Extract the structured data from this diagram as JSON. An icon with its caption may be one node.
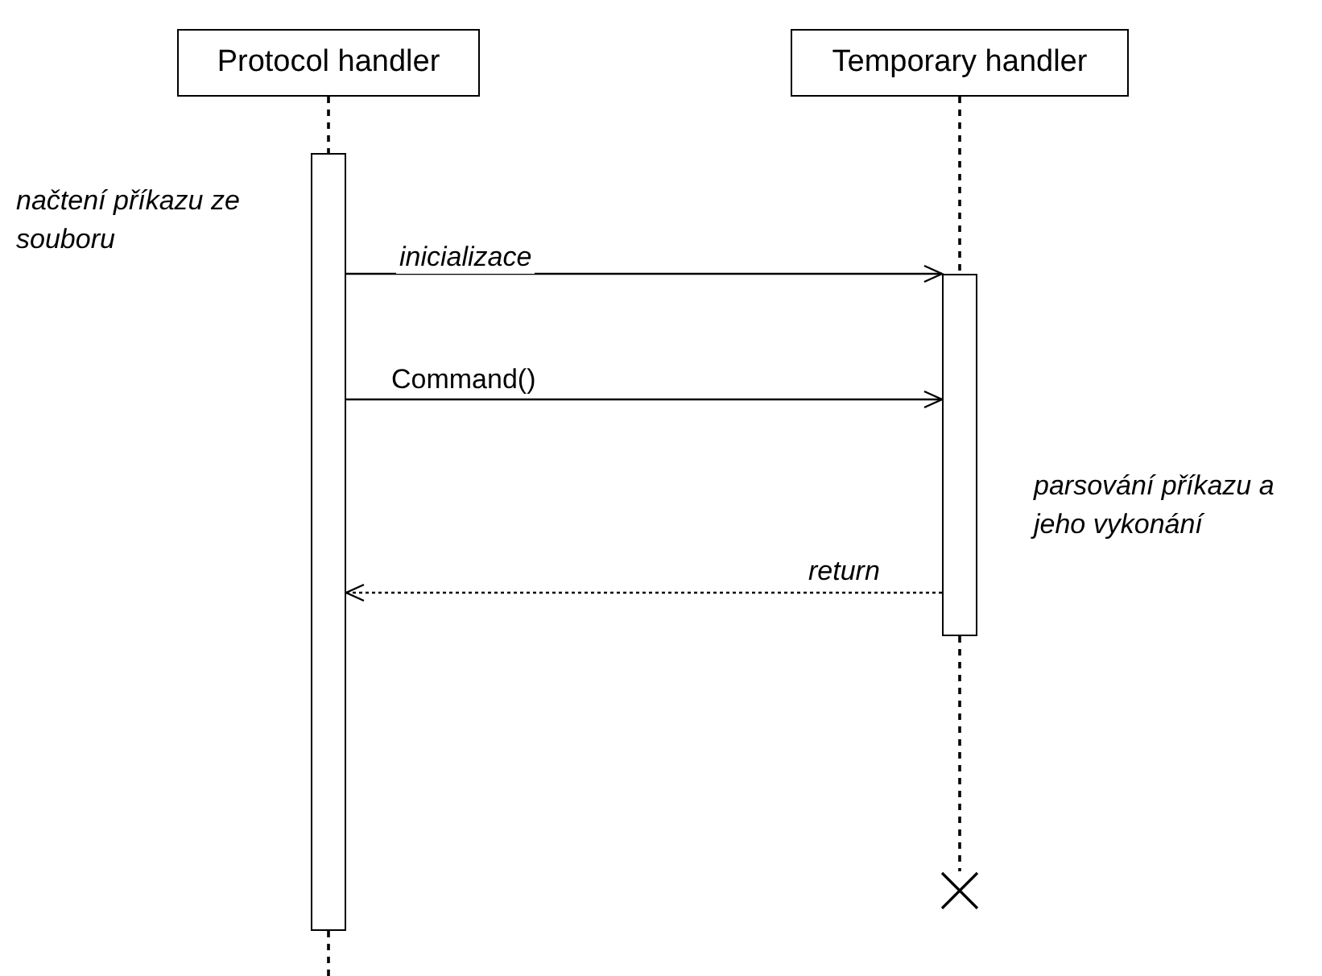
{
  "diagram": {
    "nodes": [
      {
        "text": [
          "Protocol handler"
        ]
      },
      {
        "text": [
          "Temporary handler"
        ]
      },
      {
        "text": [],
        "shape": "bar",
        "beside": [
          "načtení příkazu ze souboru"
        ]
      },
      {
        "text": [],
        "shape": "bar",
        "beside": [
          "parsování příkazu a jeho vykonání"
        ]
      },
      {
        "text": [],
        "shape": "cross"
      }
    ],
    "edges": [
      {
        "from": 0,
        "to": 2,
        "arrow": "none",
        "style": "dashed"
      },
      {
        "from": 1,
        "to": 3,
        "arrow": "none",
        "style": "dashed"
      },
      {
        "from": 3,
        "to": 4,
        "arrow": "none",
        "style": "dashed"
      },
      {
        "from": 2,
        "to": null,
        "arrow": "none",
        "style": "dashed"
      },
      {
        "from": 2,
        "to": 3,
        "arrow": "to",
        "label": "inicializace"
      },
      {
        "from": 2,
        "to": 3,
        "arrow": "to",
        "label": "Command()"
      },
      {
        "from": 3,
        "to": 2,
        "arrow": "to",
        "label": "return",
        "style": "dashed"
      }
    ]
  }
}
